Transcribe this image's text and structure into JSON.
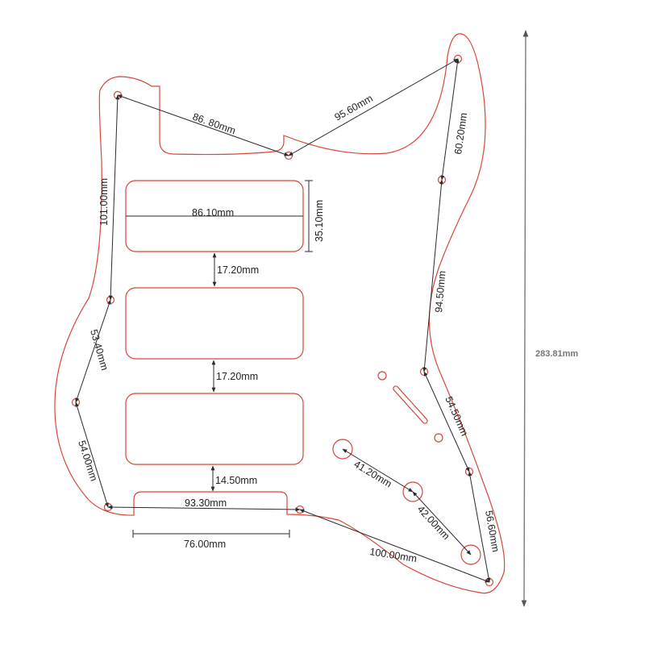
{
  "title": "Pickguard dimension drawing (HSS layout)",
  "colors": {
    "outline": "#d9463a",
    "dimension_line": "#2b2b2b",
    "overall_dimension": "#7a7a7a",
    "background": "#ffffff"
  },
  "dimensions": {
    "screw_top_left_to_top_mid": "86. 80mm",
    "screw_top_mid_to_top_right": "95.60mm",
    "screw_top_right_to_right_upper": "60.20mm",
    "screw_right_upper_to_right_mid": "94.50mm",
    "screw_right_mid_to_right_lower": "54.50mm",
    "screw_right_lower_to_bottom_right": "56.60mm",
    "screw_bottom_mid_to_bottom_right": "100.00mm",
    "screw_top_left_to_left_upper": "101.00mm",
    "screw_left_upper_to_left_mid": "53.40mm",
    "screw_left_mid_to_bottom_left": "54.00mm",
    "screw_bottom_left_to_bottom_mid": "93.30mm",
    "pickup_cavity_width": "86.10mm",
    "pickup_cavity_height": "35.10mm",
    "gap_neck_to_middle_pickup": "17.20mm",
    "gap_middle_to_bridge_pickup": "17.20mm",
    "gap_bridge_pickup_to_bottom_cutout": "14.50mm",
    "bottom_cutout_width": "76.00mm",
    "pot_1_to_pot_2": "41.20mm",
    "pot_2_to_pot_3": "42.00mm",
    "overall_height": "283.81mm"
  }
}
